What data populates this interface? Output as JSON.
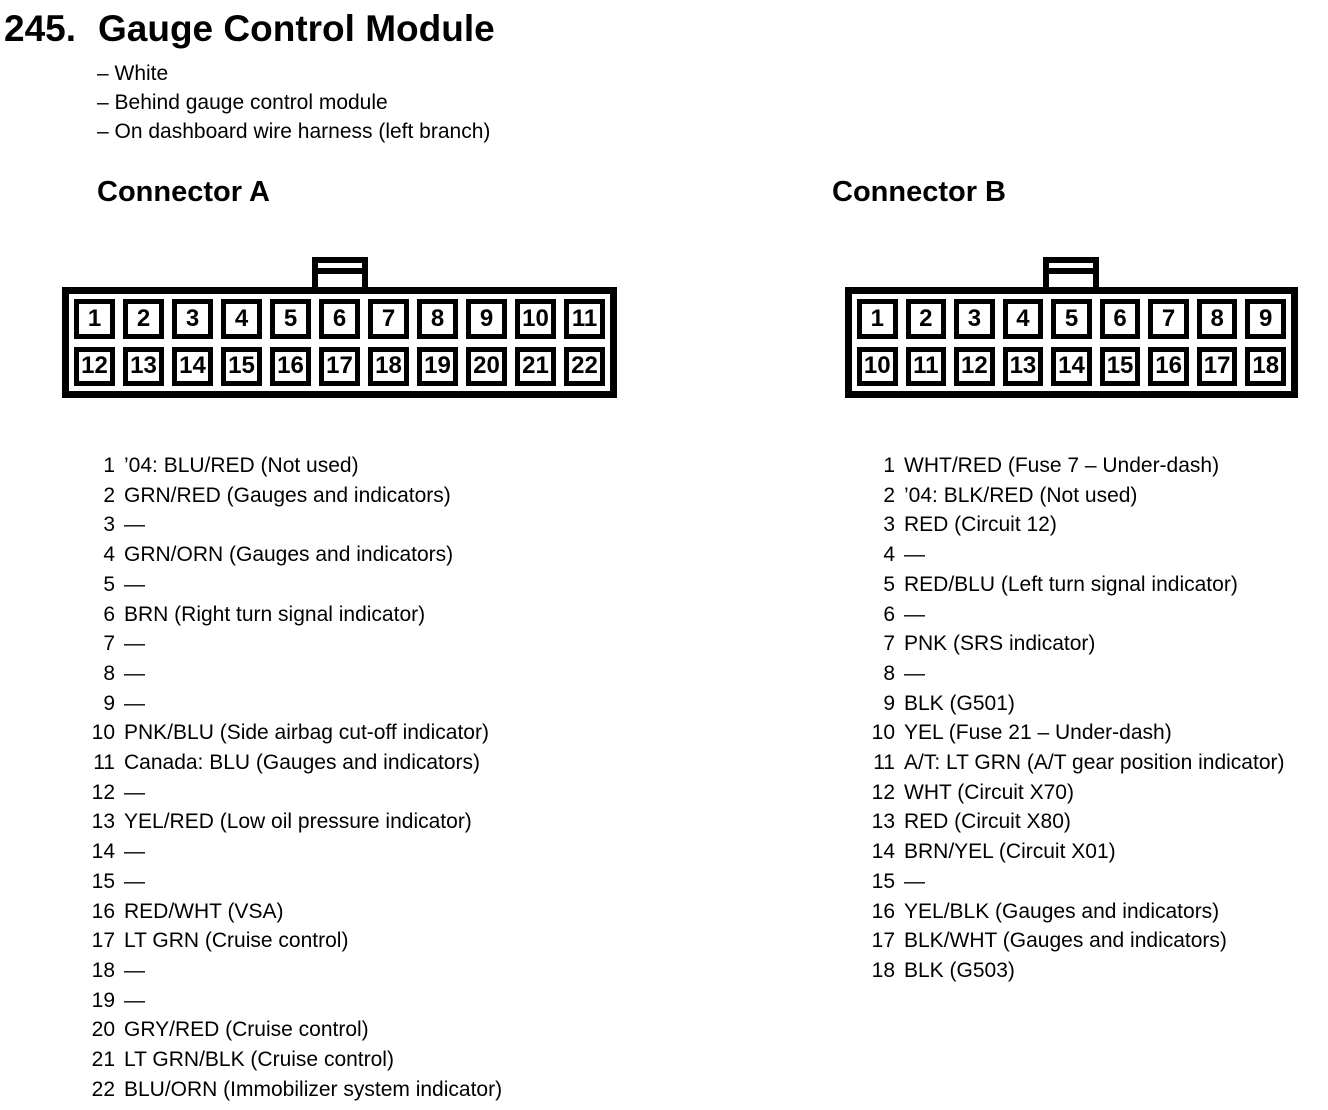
{
  "colors": {
    "ink": "#000000",
    "paper": "#ffffff"
  },
  "header": {
    "number": "245.",
    "title": "Gauge Control Module"
  },
  "notes": [
    "– White",
    "– Behind gauge control module",
    "– On dashboard wire harness (left branch)"
  ],
  "connectors": [
    {
      "heading": "Connector A",
      "pin_rows": [
        [
          "1",
          "2",
          "3",
          "4",
          "5",
          "6",
          "7",
          "8",
          "9",
          "10",
          "11"
        ],
        [
          "12",
          "13",
          "14",
          "15",
          "16",
          "17",
          "18",
          "19",
          "20",
          "21",
          "22"
        ]
      ],
      "pins": [
        {
          "num": "1",
          "desc": "’04: BLU/RED (Not used)"
        },
        {
          "num": "2",
          "desc": "GRN/RED (Gauges and indicators)"
        },
        {
          "num": "3",
          "desc": "—"
        },
        {
          "num": "4",
          "desc": "GRN/ORN (Gauges and indicators)"
        },
        {
          "num": "5",
          "desc": "—"
        },
        {
          "num": "6",
          "desc": "BRN (Right turn signal indicator)"
        },
        {
          "num": "7",
          "desc": "—"
        },
        {
          "num": "8",
          "desc": "—"
        },
        {
          "num": "9",
          "desc": "—"
        },
        {
          "num": "10",
          "desc": "PNK/BLU (Side airbag cut-off indicator)"
        },
        {
          "num": "11",
          "desc": "Canada: BLU (Gauges and indicators)"
        },
        {
          "num": "12",
          "desc": "—"
        },
        {
          "num": "13",
          "desc": "YEL/RED (Low oil pressure indicator)"
        },
        {
          "num": "14",
          "desc": "—"
        },
        {
          "num": "15",
          "desc": "—"
        },
        {
          "num": "16",
          "desc": "RED/WHT (VSA)"
        },
        {
          "num": "17",
          "desc": "LT GRN (Cruise control)"
        },
        {
          "num": "18",
          "desc": "—"
        },
        {
          "num": "19",
          "desc": "—"
        },
        {
          "num": "20",
          "desc": "GRY/RED (Cruise control)"
        },
        {
          "num": "21",
          "desc": "LT GRN/BLK (Cruise control)"
        },
        {
          "num": "22",
          "desc": "BLU/ORN (Immobilizer system indicator)"
        }
      ]
    },
    {
      "heading": "Connector B",
      "pin_rows": [
        [
          "1",
          "2",
          "3",
          "4",
          "5",
          "6",
          "7",
          "8",
          "9"
        ],
        [
          "10",
          "11",
          "12",
          "13",
          "14",
          "15",
          "16",
          "17",
          "18"
        ]
      ],
      "pins": [
        {
          "num": "1",
          "desc": "WHT/RED (Fuse 7 – Under-dash)"
        },
        {
          "num": "2",
          "desc": "’04: BLK/RED (Not used)"
        },
        {
          "num": "3",
          "desc": "RED (Circuit 12)"
        },
        {
          "num": "4",
          "desc": "—"
        },
        {
          "num": "5",
          "desc": "RED/BLU (Left turn signal indicator)"
        },
        {
          "num": "6",
          "desc": "—"
        },
        {
          "num": "7",
          "desc": "PNK (SRS indicator)"
        },
        {
          "num": "8",
          "desc": "—"
        },
        {
          "num": "9",
          "desc": "BLK (G501)"
        },
        {
          "num": "10",
          "desc": "YEL (Fuse 21 – Under-dash)"
        },
        {
          "num": "11",
          "desc": "A/T: LT GRN (A/T gear position indicator)"
        },
        {
          "num": "12",
          "desc": "WHT (Circuit X70)"
        },
        {
          "num": "13",
          "desc": "RED (Circuit X80)"
        },
        {
          "num": "14",
          "desc": "BRN/YEL (Circuit X01)"
        },
        {
          "num": "15",
          "desc": "—"
        },
        {
          "num": "16",
          "desc": "YEL/BLK (Gauges and indicators)"
        },
        {
          "num": "17",
          "desc": "BLK/WHT (Gauges and indicators)"
        },
        {
          "num": "18",
          "desc": "BLK (G503)"
        }
      ]
    }
  ]
}
